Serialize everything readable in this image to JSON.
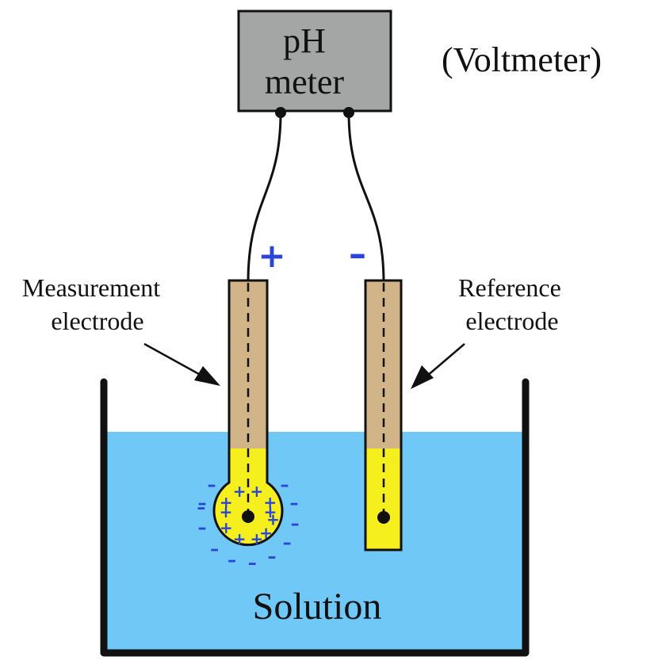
{
  "meter": {
    "line1": "pH",
    "line2": "meter",
    "note": "(Voltmeter)"
  },
  "polarity": {
    "positive": "+",
    "negative": "–"
  },
  "labels": {
    "measurement_line1": "Measurement",
    "measurement_line2": "electrode",
    "reference_line1": "Reference",
    "reference_line2": "electrode",
    "solution": "Solution"
  },
  "charges": {
    "inner": "+",
    "outer": "–"
  },
  "colors": {
    "meter_fill": "#a3a6a4",
    "electrode_body": "#d2b489",
    "electrolyte": "#f5ef1e",
    "solution": "#6fc8f6",
    "charge_sign": "#2a45d8",
    "outline": "#111111"
  }
}
